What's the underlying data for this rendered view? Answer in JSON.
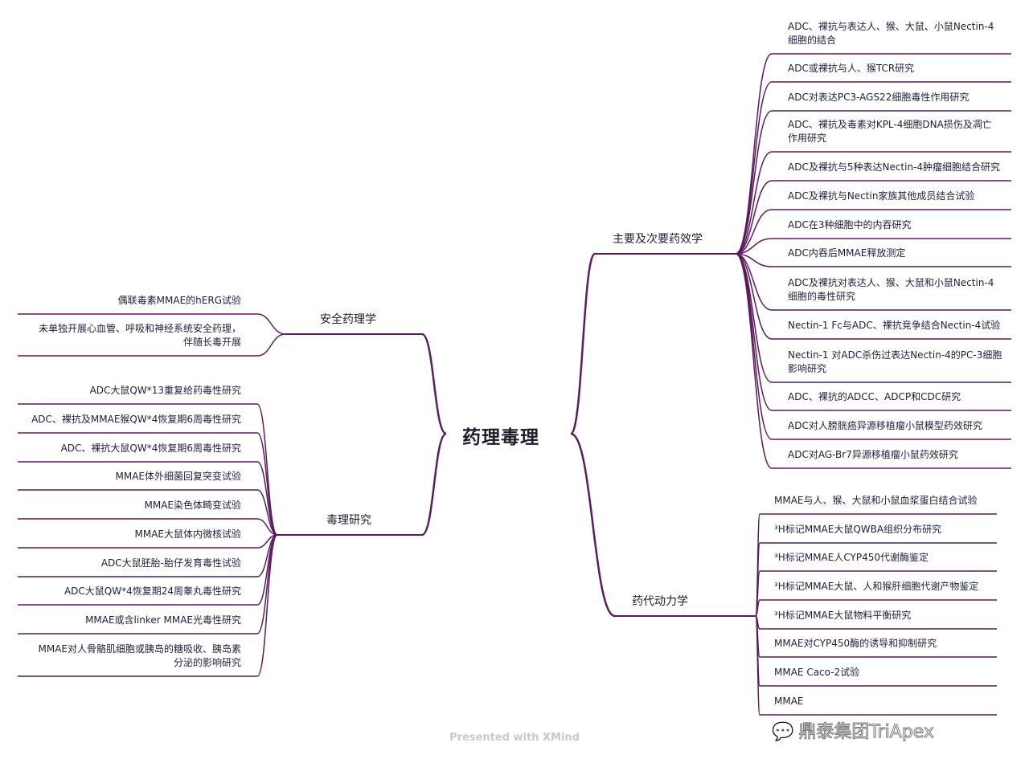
{
  "root": "药理毒理",
  "branches": {
    "pharmacodynamics": {
      "label": "主要及次要药效学",
      "items": [
        "ADC、裸抗与表达人、猴、大鼠、小鼠Nectin-4\n细胞的结合",
        "ADC或裸抗与人、猴TCR研究",
        "ADC对表达PC3-AGS22细胞毒性作用研究",
        "ADC、裸抗及毒素对KPL-4细胞DNA损伤及凋亡\n作用研究",
        "ADC及裸抗与5种表达Nectin-4肿瘤细胞结合研究",
        "ADC及裸抗与Nectin家族其他成员结合试验",
        "ADC在3种细胞中的内吞研究",
        "ADC内吞后MMAE释放测定",
        "ADC及裸抗对表达人、猴、大鼠和小鼠Nectin-4\n细胞的毒性研究",
        "Nectin-1 Fc与ADC、裸抗竞争结合Nectin-4试验",
        "Nectin-1 对ADC杀伤过表达Nectin-4的PC-3细胞\n影响研究",
        "ADC、裸抗的ADCC、ADCP和CDC研究",
        "ADC对人膀胱癌异源移植瘤小鼠模型药效研究",
        "ADC对AG-Br7异源移植瘤小鼠药效研究"
      ]
    },
    "pharmacokinetics": {
      "label": "药代动力学",
      "items": [
        "MMAE与人、猴、大鼠和小鼠血浆蛋白结合试验",
        "³H标记MMAE大鼠QWBA组织分布研究",
        "³H标记MMAE人CYP450代谢酶鉴定",
        "³H标记MMAE大鼠、人和猴肝细胞代谢产物鉴定",
        "³H标记MMAE大鼠物料平衡研究",
        "MMAE对CYP450酶的诱导和抑制研究",
        "MMAE Caco-2试验",
        "MMAE"
      ]
    },
    "safety_pharmacology": {
      "label": "安全药理学",
      "items": [
        "偶联毒素MMAE的hERG试验",
        "未单独开展心血管、呼吸和神经系统安全药理，\n伴随长毒开展"
      ]
    },
    "toxicology": {
      "label": "毒理研究",
      "items": [
        "ADC大鼠QW*13重复给药毒性研究",
        "ADC、裸抗及MMAE猴QW*4恢复期6周毒性研究",
        "ADC、裸抗大鼠QW*4恢复期6周毒性研究",
        "MMAE体外细菌回复突变试验",
        "MMAE染色体畸变试验",
        "MMAE大鼠体内微核试验",
        "ADC大鼠胚胎-胎仔发育毒性试验",
        "ADC大鼠QW*4恢复期24周睾丸毒性研究",
        "MMAE或含linker MMAE光毒性研究",
        "MMAE对人骨骼肌细胞或胰岛的糖吸收、胰岛素\n分泌的影响研究"
      ]
    }
  },
  "footer": "Presented with XMind",
  "watermark": "鼎泰集团TriApex",
  "colors": {
    "line": "#5c1a5f",
    "text": "#1e1e3c"
  }
}
